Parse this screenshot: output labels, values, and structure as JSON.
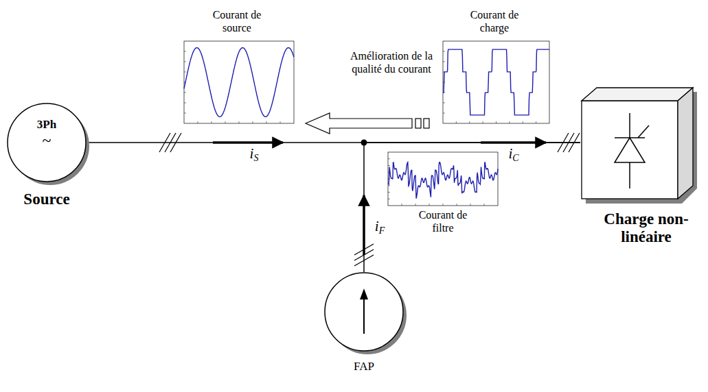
{
  "diagram": {
    "nodes": [
      {
        "text": [
          "3Ph",
          "~",
          "Source"
        ]
      },
      {
        "text": [
          "Charge non-linéaire"
        ]
      },
      {
        "text": [
          "FAP"
        ]
      }
    ],
    "edges": [
      {
        "from": 0,
        "to": 1,
        "arrow": "none"
      },
      {
        "from": 2,
        "to": 1,
        "arrow": "none"
      }
    ],
    "labels": [
      "Courant de source",
      "Courant de charge",
      "Amélioration de la qualité du courant",
      "Courant de filtre",
      "iS",
      "iC",
      "iF"
    ]
  }
}
